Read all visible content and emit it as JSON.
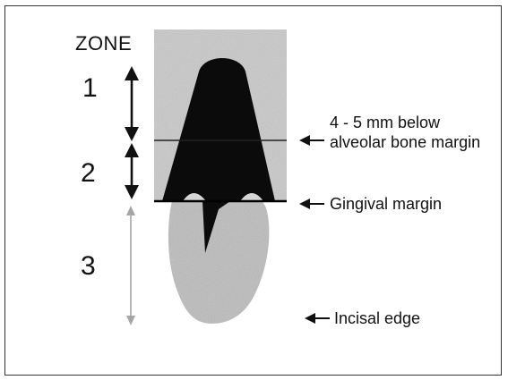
{
  "diagram": {
    "zone_title": "ZONE",
    "zones": [
      "1",
      "2",
      "3"
    ],
    "labels": {
      "bone_margin": "4 - 5 mm below alveolar bone margin",
      "gingival_margin": "Gingival margin",
      "incisal_edge": "Incisal edge"
    },
    "colors": {
      "line": "#111111",
      "background_box": "#c8c8c8",
      "tooth_body": "#0a0a0a",
      "crown_shadow": "#bdbdbd",
      "zone3_arrow": "#a6a6a6"
    }
  }
}
